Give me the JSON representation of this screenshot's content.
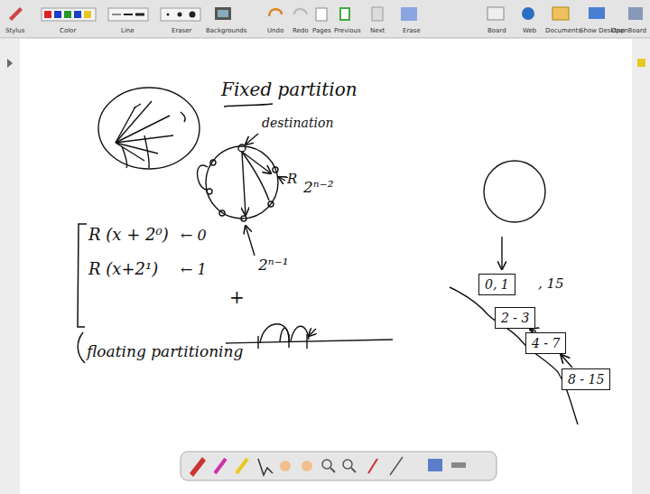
{
  "diagram": {
    "nodes": [
      {
        "text": [
          "0, 1"
        ]
      },
      {
        "text": [
          "2 - 3"
        ]
      },
      {
        "text": [
          "4 - 7"
        ]
      },
      {
        "text": [
          "8 - 15"
        ]
      }
    ],
    "edges": [
      {
        "from": 3,
        "to": 2,
        "arrow": "to"
      },
      {
        "from": 2,
        "to": 1,
        "arrow": "to"
      }
    ],
    "labels": [
      "Stylus",
      "Color",
      "Line",
      "Eraser",
      "Backgrounds",
      "Undo",
      "Redo",
      "Pages",
      "Previous",
      "Next",
      "Erase",
      "Board",
      "Web",
      "Documents",
      "Show Desktop",
      "OpenBoard",
      "Fixed partition",
      "destination",
      "R",
      "2ⁿ⁻²",
      "2ⁿ⁻¹",
      "R (x + 2⁰)",
      "← 0",
      "R (x+2¹)",
      "← 1",
      "floating partitioning",
      "+",
      ", 15"
    ]
  }
}
